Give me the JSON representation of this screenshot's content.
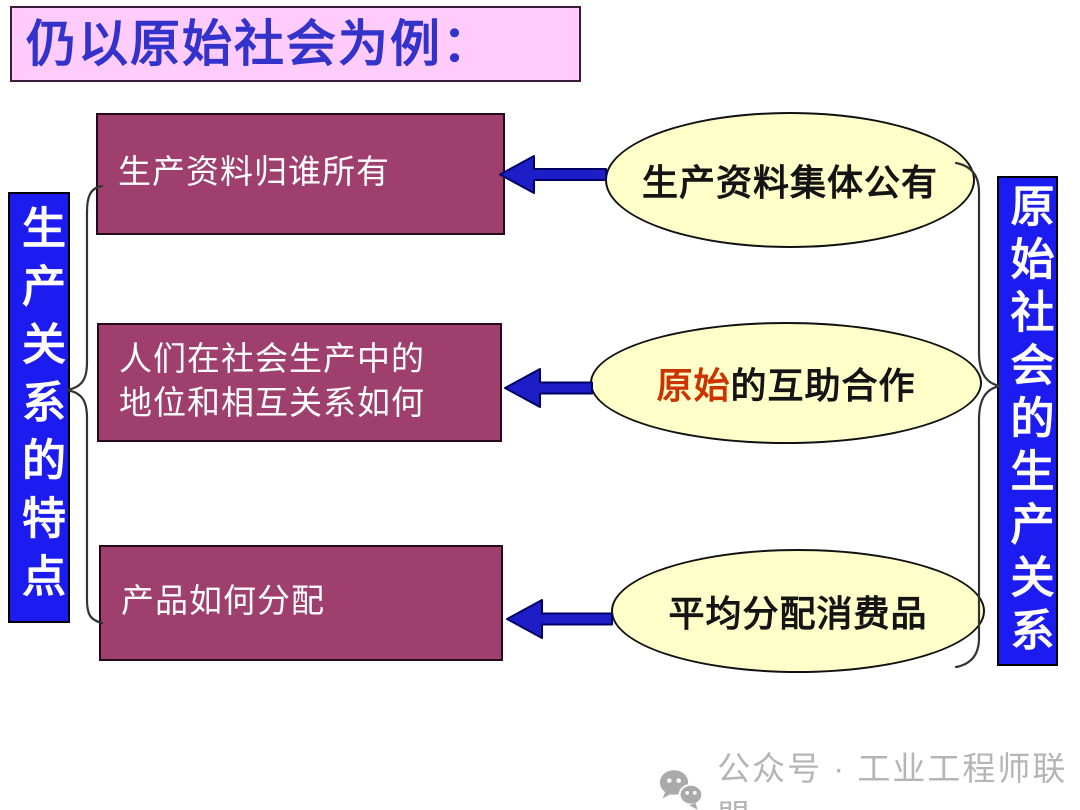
{
  "title": "仍以原始社会为例：",
  "left_bar": {
    "text": "生产关系的特点"
  },
  "right_bar": {
    "text": "原始社会的生产关系"
  },
  "boxes": [
    {
      "lines": [
        "生产资料归谁所有"
      ]
    },
    {
      "lines": [
        "人们在社会生产中的",
        "地位和相互关系如何"
      ]
    },
    {
      "lines": [
        "产品如何分配"
      ]
    }
  ],
  "ellipses": [
    {
      "text": "生产资料集体公有"
    },
    {
      "highlight": "原始",
      "rest": "的互助合作"
    },
    {
      "text": "平均分配消费品"
    }
  ],
  "watermark": {
    "icon": "wechat-icon",
    "text": "公众号 · 工业工程师联盟"
  },
  "colors": {
    "title_bg": "#ffccfc",
    "title_text": "#3333cc",
    "box_fill": "#9e3f6d",
    "bar_fill": "#1c1cf0",
    "ellipse_fill": "#ffffc9",
    "arrow_blue": "#1e1ec8",
    "highlight_red": "#cc3300",
    "watermark_gray": "#b5b5b5"
  }
}
